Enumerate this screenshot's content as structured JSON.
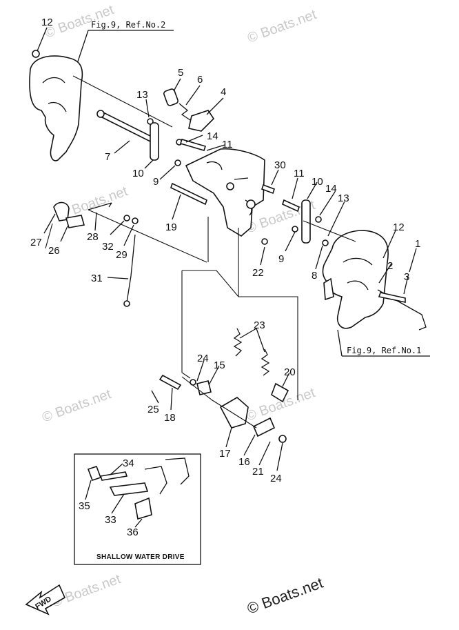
{
  "figure": {
    "ref_top": "Fig.9, Ref.No.2",
    "ref_right": "Fig.9, Ref.No.1",
    "inset_title": "SHALLOW WATER DRIVE",
    "fwd_label": "FWD"
  },
  "watermark": {
    "text": "© Boats.net",
    "text_bold": "© Boats.net"
  },
  "callouts": [
    {
      "id": "c12a",
      "label": "12"
    },
    {
      "id": "c5",
      "label": "5"
    },
    {
      "id": "c6",
      "label": "6"
    },
    {
      "id": "c13a",
      "label": "13"
    },
    {
      "id": "c4",
      "label": "4"
    },
    {
      "id": "c14a",
      "label": "14"
    },
    {
      "id": "c11a",
      "label": "11"
    },
    {
      "id": "c7",
      "label": "7"
    },
    {
      "id": "c10a",
      "label": "10"
    },
    {
      "id": "c9a",
      "label": "9"
    },
    {
      "id": "c30",
      "label": "30"
    },
    {
      "id": "c11b",
      "label": "11"
    },
    {
      "id": "c10b",
      "label": "10"
    },
    {
      "id": "c14b",
      "label": "14"
    },
    {
      "id": "c13b",
      "label": "13"
    },
    {
      "id": "c27",
      "label": "27"
    },
    {
      "id": "c26",
      "label": "26"
    },
    {
      "id": "c28",
      "label": "28"
    },
    {
      "id": "c32",
      "label": "32"
    },
    {
      "id": "c29",
      "label": "29"
    },
    {
      "id": "c19",
      "label": "19"
    },
    {
      "id": "c12b",
      "label": "12"
    },
    {
      "id": "c1",
      "label": "1"
    },
    {
      "id": "c9b",
      "label": "9"
    },
    {
      "id": "c22",
      "label": "22"
    },
    {
      "id": "c8",
      "label": "8"
    },
    {
      "id": "c2",
      "label": "2"
    },
    {
      "id": "c3",
      "label": "3"
    },
    {
      "id": "c31",
      "label": "31"
    },
    {
      "id": "c23",
      "label": "23"
    },
    {
      "id": "c24a",
      "label": "24"
    },
    {
      "id": "c15",
      "label": "15"
    },
    {
      "id": "c20",
      "label": "20"
    },
    {
      "id": "c25",
      "label": "25"
    },
    {
      "id": "c18",
      "label": "18"
    },
    {
      "id": "c17",
      "label": "17"
    },
    {
      "id": "c16",
      "label": "16"
    },
    {
      "id": "c21",
      "label": "21"
    },
    {
      "id": "c24b",
      "label": "24"
    },
    {
      "id": "c34",
      "label": "34"
    },
    {
      "id": "c35",
      "label": "35"
    },
    {
      "id": "c33",
      "label": "33"
    },
    {
      "id": "c36",
      "label": "36"
    }
  ]
}
